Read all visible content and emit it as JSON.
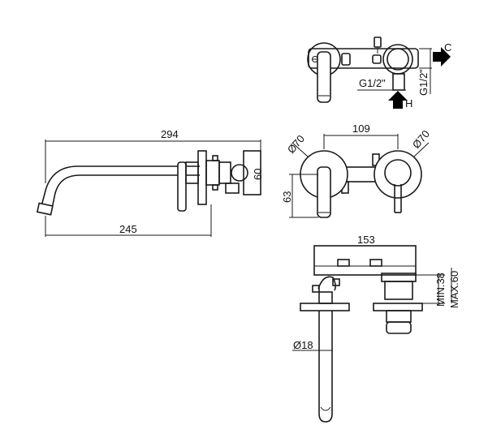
{
  "top_view": {
    "inlet_label_1": "G1/2\"",
    "inlet_label_2": "G1/2\"",
    "cold_marker": "C",
    "hot_marker": "H"
  },
  "side_view": {
    "total_length": "294",
    "spout_length": "245",
    "body_height": "60"
  },
  "front_view": {
    "spacing": "109",
    "left_plate_diameter": "Ø70",
    "right_plate_diameter": "Ø70",
    "spout_height": "63"
  },
  "bottom_view": {
    "width": "153",
    "depth_min": "MIN.38",
    "depth_max": "MAX.60",
    "spout_diameter": "Ø18"
  },
  "colors": {
    "line": "#1a1a1a",
    "background": "#ffffff",
    "arrow": "#000000"
  }
}
